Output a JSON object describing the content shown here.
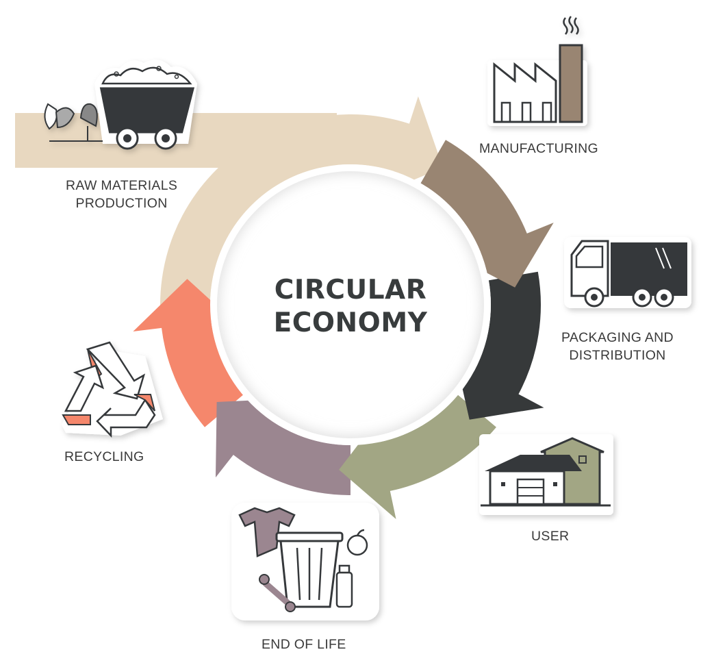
{
  "diagram": {
    "title_lines": [
      "CIRCULAR",
      "ECONOMY"
    ],
    "stages": [
      {
        "id": "raw-materials",
        "label_lines": [
          "RAW MATERIALS",
          "PRODUCTION"
        ],
        "icon": "mine-cart-icon",
        "color": "#e8d8c0"
      },
      {
        "id": "manufacturing",
        "label_lines": [
          "MANUFACTURING"
        ],
        "icon": "factory-icon",
        "color": "#998572"
      },
      {
        "id": "packaging",
        "label_lines": [
          "PACKAGING AND",
          "DISTRIBUTION"
        ],
        "icon": "delivery-truck-icon",
        "color": "#36393a"
      },
      {
        "id": "user",
        "label_lines": [
          "USER"
        ],
        "icon": "house-icon",
        "color": "#a2a684"
      },
      {
        "id": "end-of-life",
        "label_lines": [
          "END OF LIFE"
        ],
        "icon": "trash-bin-icon",
        "color": "#9b8690"
      },
      {
        "id": "recycling",
        "label_lines": [
          "RECYCLING"
        ],
        "icon": "recycle-icon",
        "color": "#f5876c"
      }
    ]
  }
}
